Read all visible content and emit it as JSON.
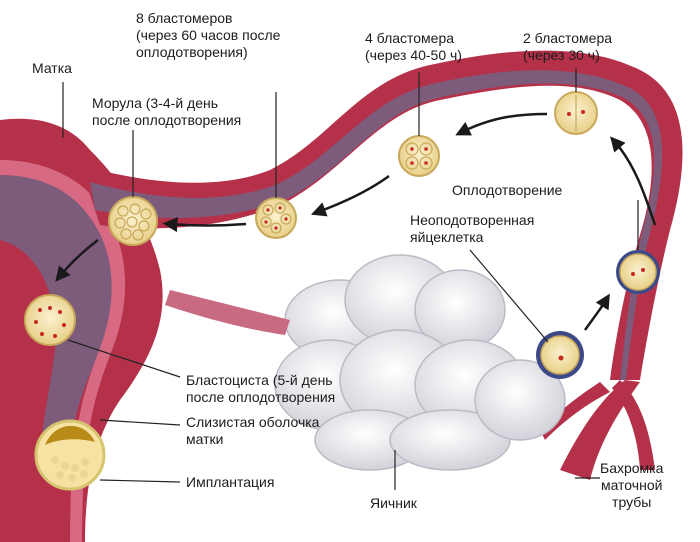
{
  "labels": {
    "uterus": "Матка",
    "morula": "Морула (3-4-й день\nпосле оплодотворения",
    "eight": "8 бластомеров\n(через 60 часов после\nоплодотворения)",
    "four": "4 бластомера\n(через 40-50 ч)",
    "two": "2 бластомера\n(через 30 ч)",
    "fertilization": "Оплодотворение",
    "unfertilized": "Неоподотворенная\nяйцеклетка",
    "blastocyst": "Бластоциста (5-й день\nпосле оплодотворения",
    "mucosa": "Слизистая оболочка\nматки",
    "implantation": "Имплантация",
    "ovary": "Яичник",
    "fimbriae": "Бахромка\nматочной\nтрубы"
  },
  "colors": {
    "tube_wall": "#b5314a",
    "tube_lumen": "#7d5b7b",
    "uterus_wall": "#b5314a",
    "ovary": "#f1f1f3",
    "cell": "#f7e6b0",
    "nucleus": "#c8281f",
    "leader": "#222222",
    "arrow": "#1a1a1a"
  }
}
